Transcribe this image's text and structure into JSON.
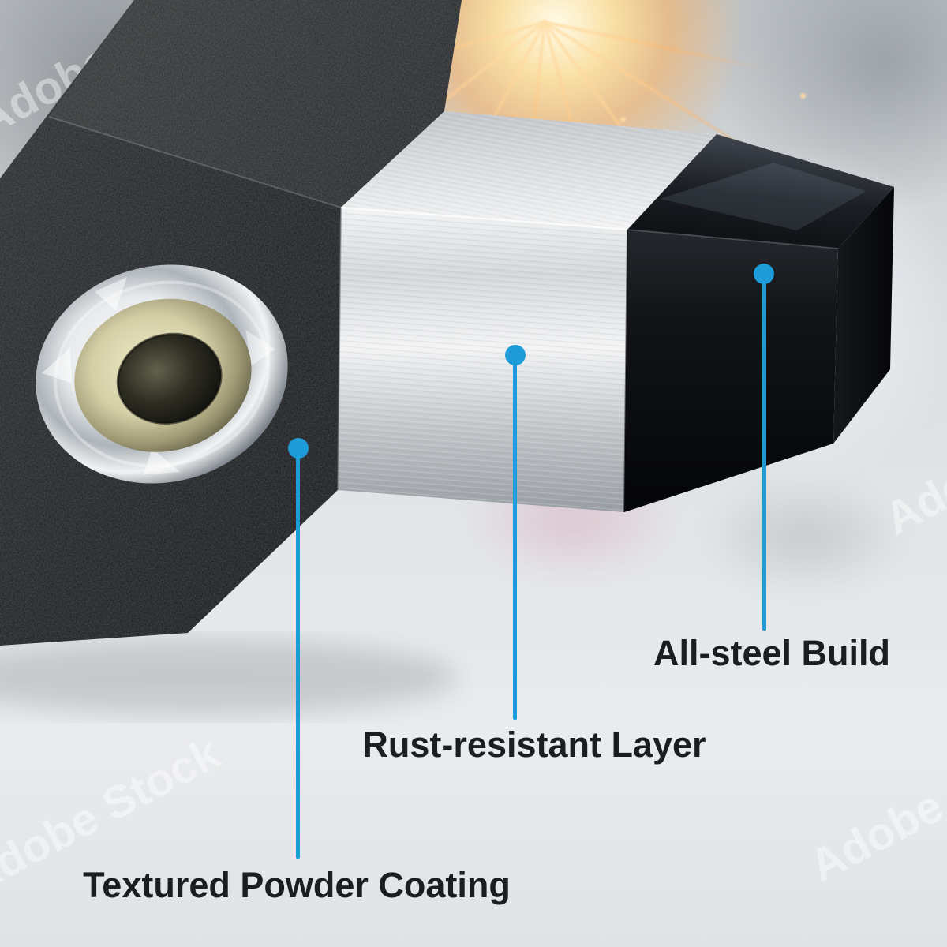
{
  "infographic": {
    "watermark": "Adobe Stock",
    "accent_color": "#1E9CD8",
    "label_color": "#1B1D20",
    "callouts": [
      {
        "label": "Textured Powder Coating"
      },
      {
        "label": "Rust-resistant Layer"
      },
      {
        "label": "All-steel Build"
      }
    ]
  }
}
